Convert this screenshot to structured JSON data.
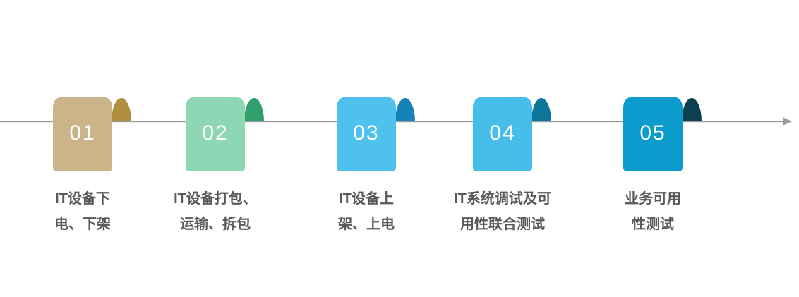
{
  "diagram": {
    "type": "process-timeline",
    "background_color": "#ffffff",
    "axis": {
      "line_color": "#9a9a9a",
      "arrow_direction": "right"
    },
    "label_color": "#595959",
    "steps": [
      {
        "number": "01",
        "label_lines": [
          "IT设备下",
          "电、下架"
        ],
        "body_color": "#cbb489",
        "curl_color": "#b09040"
      },
      {
        "number": "02",
        "label_lines": [
          "IT设备打包、",
          "运输、拆包"
        ],
        "body_color": "#8dd7b2",
        "curl_color": "#31a06c"
      },
      {
        "number": "03",
        "label_lines": [
          "IT设备上",
          "架、上电"
        ],
        "body_color": "#4ec1ed",
        "curl_color": "#1583b8"
      },
      {
        "number": "04",
        "label_lines": [
          "IT系统调试及可",
          "用性联合测试"
        ],
        "body_color": "#47bde9",
        "curl_color": "#0e7697"
      },
      {
        "number": "05",
        "label_lines": [
          "业务可用",
          "性测试"
        ],
        "body_color": "#0b9ccd",
        "curl_color": "#0a4050"
      }
    ]
  }
}
